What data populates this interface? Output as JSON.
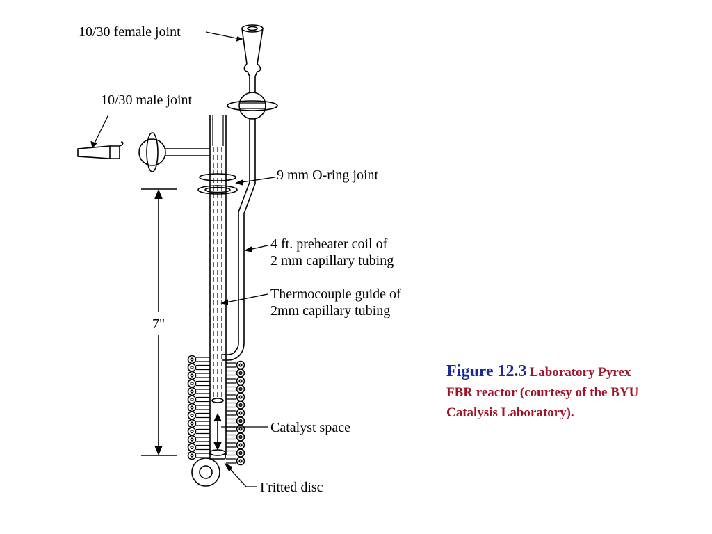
{
  "labels": {
    "female_joint": "10/30 female joint",
    "male_joint": "10/30 male joint",
    "oring_joint": "9 mm O-ring joint",
    "preheater_line1": "4 ft. preheater coil of",
    "preheater_line2": "2 mm capillary tubing",
    "thermo_line1": "Thermocouple guide of",
    "thermo_line2": "2mm capillary tubing",
    "height": "7\"",
    "catalyst_space": "Catalyst space",
    "fritted_disc": "Fritted disc"
  },
  "caption": {
    "figure": "Figure 12.3",
    "text_line1": "Laboratory Pyrex",
    "text_line2": "FBR reactor (courtesy of the BYU",
    "text_line3": "Catalysis Laboratory)."
  },
  "colors": {
    "figure_number": "#1a2a9a",
    "caption_text": "#a0142a",
    "line": "#000000"
  }
}
